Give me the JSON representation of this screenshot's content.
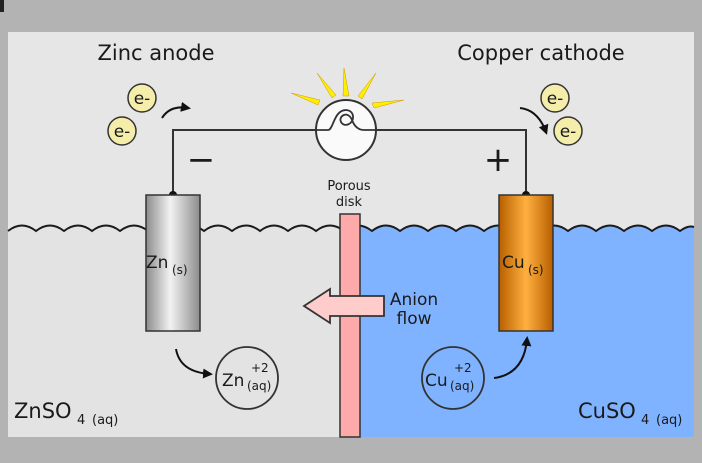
{
  "labels": {
    "zinc_anode": "Zinc anode",
    "copper_cathode": "Copper cathode",
    "porous_line1": "Porous",
    "porous_line2": "disk",
    "anion_line1": "Anion",
    "anion_line2": "flow",
    "minus": "−",
    "plus": "+",
    "electron": "e-",
    "zn_electrode": "Zn",
    "zn_electrode_sub": "(s)",
    "cu_electrode": "Cu",
    "cu_electrode_sub": "(s)",
    "zn_ion": "Zn",
    "zn_ion_sup": "+2",
    "zn_ion_sub": "(aq)",
    "cu_ion": "Cu",
    "cu_ion_sup": "+2",
    "cu_ion_sub": "(aq)",
    "znso4_main": "ZnSO",
    "znso4_sub": "4",
    "znso4_state": "(aq)",
    "cuso4_main": "CuSO",
    "cuso4_sub": "4",
    "cuso4_state": "(aq)"
  },
  "colors": {
    "background_frame": "#b3b3b3",
    "air": "#e6e6e6",
    "zn_solution": "#e3e3e3",
    "cu_solution": "#80b3ff",
    "porous_disk": "#ffaaaa",
    "zn_electrode": "#c8c8c8",
    "cu_electrode": "#e88a1a",
    "electron_fill": "#f5eeaa",
    "bulb_rays": "#ffee00"
  },
  "icons": {
    "bulb": "lightbulb-icon",
    "arrow": "arrow-icon"
  }
}
